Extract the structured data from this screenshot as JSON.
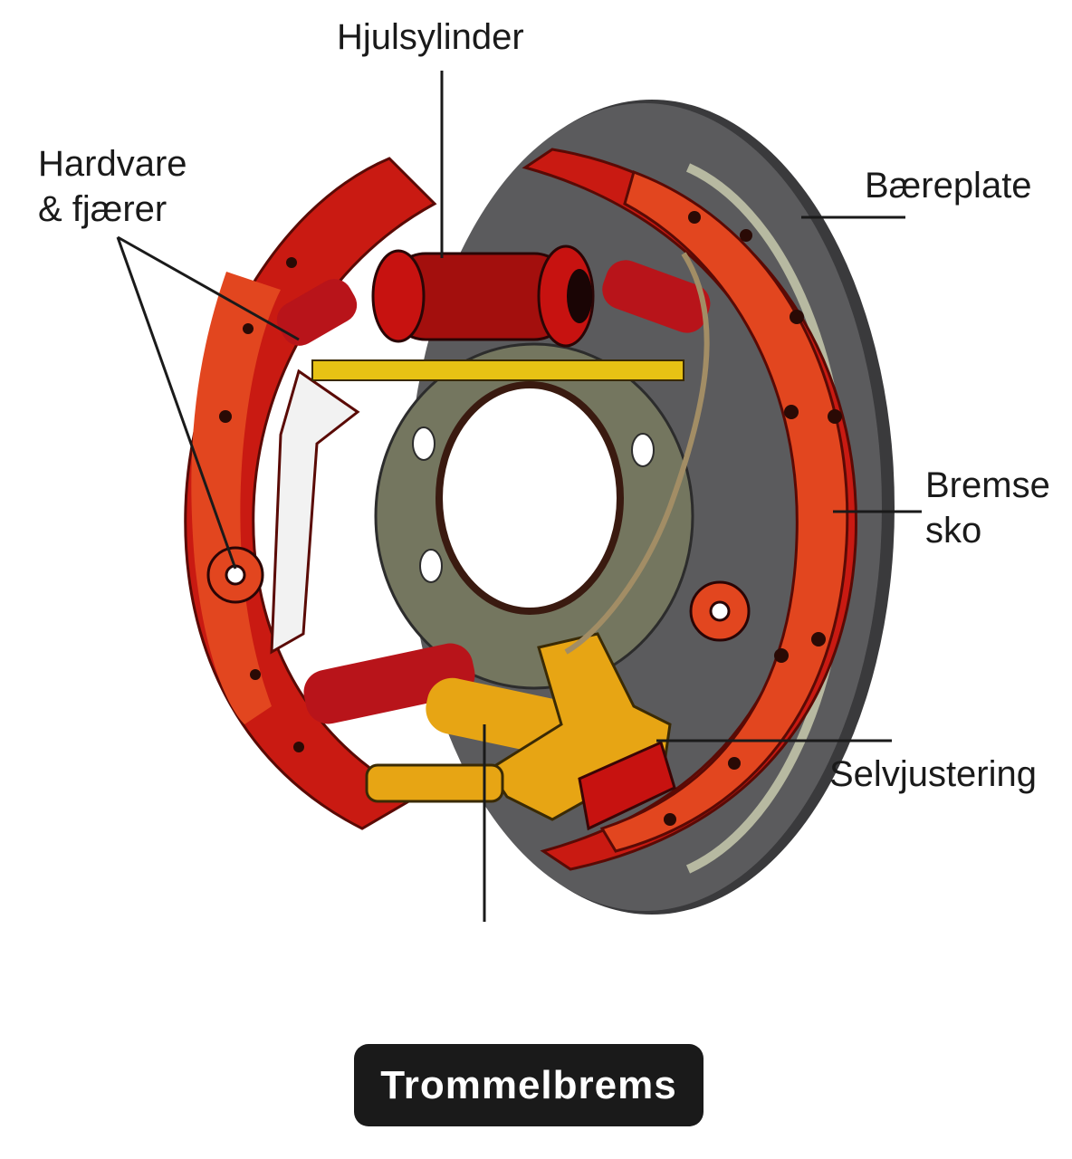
{
  "labels": {
    "wheel_cylinder": "Hjulsylinder",
    "hardware_line1": "Hardvare",
    "hardware_line2": "& fjærer",
    "backing_plate": "Bæreplate",
    "brake_shoe_line1": "Bremse",
    "brake_shoe_line2": "sko",
    "self_adjuster": "Selvjustering"
  },
  "caption": "Trommelbrems",
  "colors": {
    "backing_plate": "#5b5b5d",
    "brake_shoe": "#e2461f",
    "shoe_rim": "#c91a12",
    "wheel_cylinder": "#a30f0d",
    "spring": "#b8141a",
    "adjuster": "#e7a514",
    "hub": "#74765f",
    "caption_bg": "#1a1a1a"
  }
}
